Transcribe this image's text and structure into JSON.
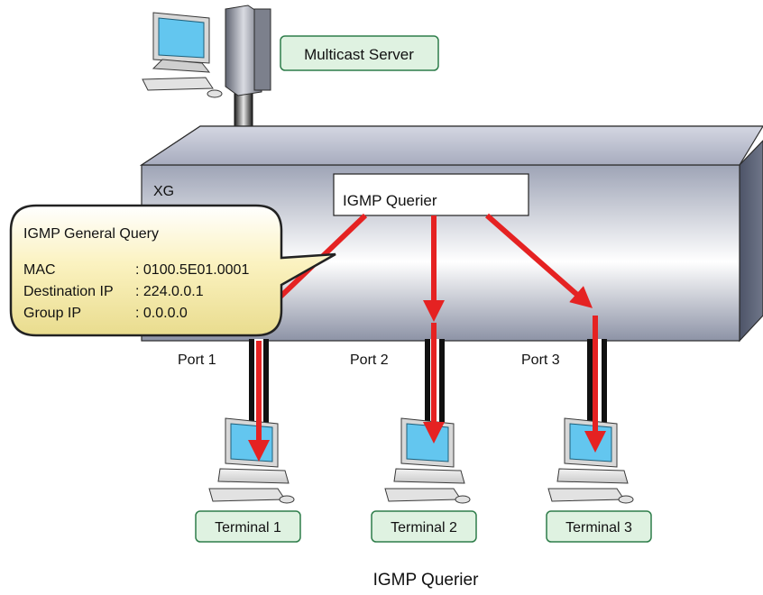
{
  "server_label": "Multicast Server",
  "switch_label": "XG",
  "querier_label": "IGMP Querier",
  "callout": {
    "title": "IGMP General Query",
    "rows": [
      {
        "key": "MAC",
        "value": ": 0100.5E01.0001"
      },
      {
        "key": "Destination IP",
        "value": ": 224.0.0.1"
      },
      {
        "key": "Group IP",
        "value": ": 0.0.0.0"
      }
    ]
  },
  "ports": [
    "Port 1",
    "Port 2",
    "Port 3"
  ],
  "terminals": [
    "Terminal 1",
    "Terminal 2",
    "Terminal 3"
  ],
  "caption": "IGMP Querier",
  "colors": {
    "arrow": "#e52222",
    "label_box_fill": "#dff2e1",
    "label_box_border": "#2e7d4a",
    "callout_fill": "#fdf5c4",
    "screen": "#63c6ef"
  }
}
